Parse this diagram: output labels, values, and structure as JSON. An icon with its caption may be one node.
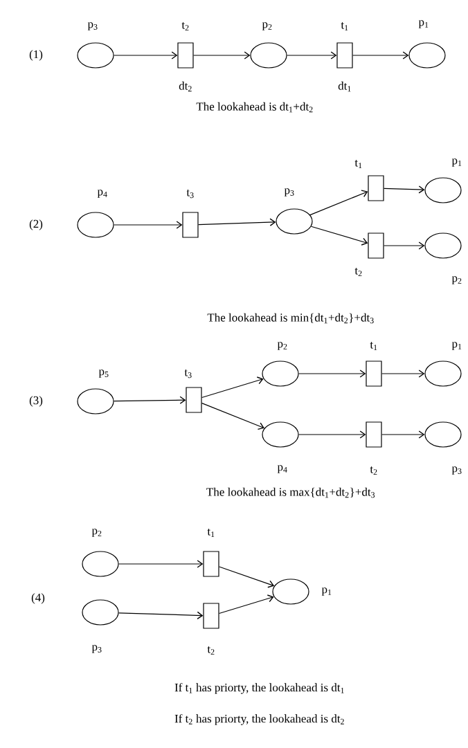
{
  "diagram": {
    "nodes": [
      {
        "text": [
          "p$_{3}$"
        ]
      },
      {
        "text": [
          "t$_{2}$",
          "dt$_{2}$"
        ]
      },
      {
        "text": [
          "p$_{2}$"
        ]
      },
      {
        "text": [
          "t$_{1}$",
          "dt$_{1}$"
        ]
      },
      {
        "text": [
          "p$_{1}$"
        ]
      },
      {
        "text": [
          "p$_{4}$"
        ]
      },
      {
        "text": [
          "t$_{3}$"
        ]
      },
      {
        "text": [
          "p$_{3}$"
        ]
      },
      {
        "text": [
          "t$_{1}$"
        ]
      },
      {
        "text": [
          "p$_{1}$"
        ]
      },
      {
        "text": [
          "t$_{2}$"
        ]
      },
      {
        "text": [
          "p$_{2}$"
        ]
      },
      {
        "text": [
          "p$_{5}$"
        ]
      },
      {
        "text": [
          "t$_{3}$"
        ]
      },
      {
        "text": [
          "p$_{2}$"
        ]
      },
      {
        "text": [
          "t$_{1}$"
        ]
      },
      {
        "text": [
          "p$_{1}$"
        ]
      },
      {
        "text": [
          "p$_{4}$"
        ]
      },
      {
        "text": [
          "t$_{2}$"
        ]
      },
      {
        "text": [
          "p$_{3}$"
        ]
      },
      {
        "text": [
          "p$_{2}$"
        ]
      },
      {
        "text": [
          "t$_{1}$"
        ]
      },
      {
        "text": [
          "p$_{3}$"
        ]
      },
      {
        "text": [
          "t$_{2}$"
        ]
      },
      {
        "text": [
          "p$_{1}$"
        ]
      }
    ],
    "edges": [
      {
        "from": 0,
        "to": 1,
        "arrow": "to"
      },
      {
        "from": 1,
        "to": 2,
        "arrow": "to"
      },
      {
        "from": 2,
        "to": 3,
        "arrow": "to"
      },
      {
        "from": 3,
        "to": 4,
        "arrow": "to"
      },
      {
        "from": 5,
        "to": 6,
        "arrow": "to"
      },
      {
        "from": 6,
        "to": 7,
        "arrow": "to"
      },
      {
        "from": 7,
        "to": 8,
        "arrow": "to"
      },
      {
        "from": 8,
        "to": 9,
        "arrow": "to"
      },
      {
        "from": 7,
        "to": 10,
        "arrow": "to"
      },
      {
        "from": 10,
        "to": 11,
        "arrow": "to"
      },
      {
        "from": 12,
        "to": 13,
        "arrow": "to"
      },
      {
        "from": 13,
        "to": 14,
        "arrow": "to"
      },
      {
        "from": 14,
        "to": 15,
        "arrow": "to"
      },
      {
        "from": 15,
        "to": 16,
        "arrow": "to"
      },
      {
        "from": 13,
        "to": 17,
        "arrow": "to"
      },
      {
        "from": 17,
        "to": 18,
        "arrow": "to"
      },
      {
        "from": 18,
        "to": 19,
        "arrow": "to"
      },
      {
        "from": 20,
        "to": 21,
        "arrow": "to"
      },
      {
        "from": 21,
        "to": 24,
        "arrow": "to"
      },
      {
        "from": 22,
        "to": 23,
        "arrow": "to"
      },
      {
        "from": 23,
        "to": 24,
        "arrow": "to"
      }
    ],
    "labels": [
      "(1)",
      "The lookahead is dt$_{1}$+dt$_{2}$",
      "(2)",
      "The lookahead is min{dt$_{1}$+dt$_{2}$}+dt$_{3}$",
      "(3)",
      "The lookahead is max{dt$_{1}$+dt$_{2}$}+dt$_{3}$",
      "(4)",
      "If t$_{1}$ has priorty, the lookahead is dt$_{1}$",
      "If t$_{2}$ has priorty, the lookahead is dt$_{2}$"
    ]
  }
}
